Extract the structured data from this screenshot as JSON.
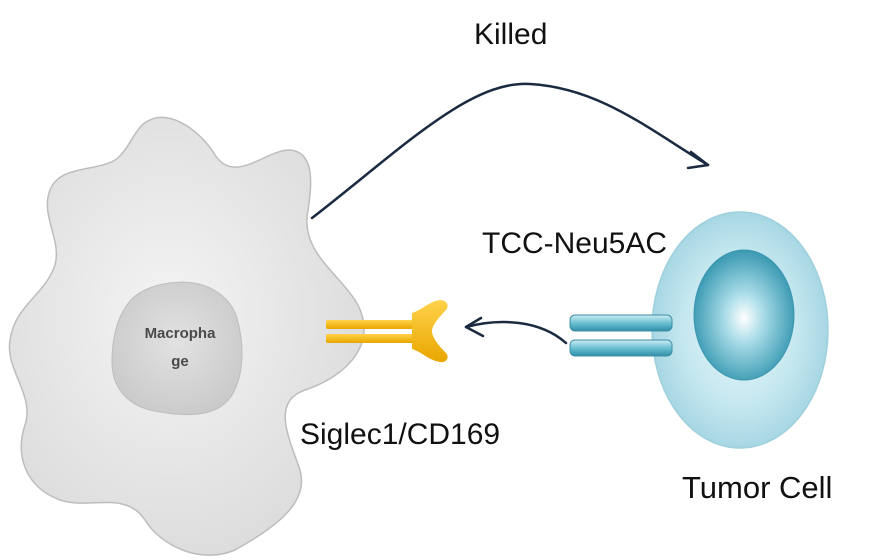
{
  "labels": {
    "killed": "Killed",
    "receptor_ligand": "TCC-Neu5AC",
    "receptor": "Siglec1/CD169",
    "tumor_cell": "Tumor Cell",
    "macrophage_line1": "Macropha",
    "macrophage_line2": "ge"
  },
  "colors": {
    "macrophage_fill": "#e6e6e6",
    "macrophage_nucleus": "#d2d2d2",
    "tumor_cell_outer": "#a9d8e3",
    "tumor_cell_nucleus": "#3ca1b8",
    "receptor_gold": "#f5b400",
    "ligand_teal": "#4aa4bc",
    "arrow": "#1a2a40"
  }
}
